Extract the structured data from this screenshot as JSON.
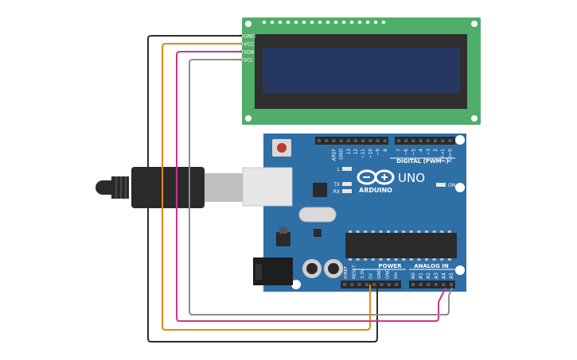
{
  "lcd": {
    "pins": [
      "GND",
      "VCC",
      "SDA",
      "SCL"
    ]
  },
  "arduino": {
    "logo_text": "ARDUINO",
    "model": "UNO",
    "digital_label": "DIGITAL (PWM~)",
    "digital_pins": [
      "AREF",
      "GND",
      "13",
      "12",
      "~11",
      "~10",
      "~9",
      "8",
      "7",
      "~6",
      "~5",
      "4",
      "~3",
      "2",
      "TX→1",
      "RX←0"
    ],
    "power_label": "POWER",
    "power_pins": [
      "IOREF",
      "RESET",
      "3.3V",
      "5V",
      "GND",
      "GND",
      "Vin"
    ],
    "analog_label": "ANALOG IN",
    "analog_pins": [
      "A0",
      "A1",
      "A2",
      "A3",
      "A4",
      "A5"
    ],
    "led_labels": {
      "l": "L",
      "tx": "TX",
      "rx": "RX",
      "on": "ON"
    }
  },
  "wires": [
    {
      "name": "GND",
      "color": "#2b2b2b",
      "from": "LCD GND",
      "to": "GND"
    },
    {
      "name": "VCC",
      "color": "#e8870f",
      "from": "LCD VCC",
      "to": "5V"
    },
    {
      "name": "SDA",
      "color": "#d0338c",
      "from": "LCD SDA",
      "to": "A4"
    },
    {
      "name": "SCL",
      "color": "#8e8e8e",
      "from": "LCD SCL",
      "to": "A5"
    }
  ],
  "colors": {
    "lcd_board": "#4fae6a",
    "lcd_bezel": "#2f2f2f",
    "lcd_screen": "#26385f",
    "arduino_board": "#2e6fa6",
    "header": "#2a2a2a",
    "usb_cable": "#2a2a2a"
  }
}
